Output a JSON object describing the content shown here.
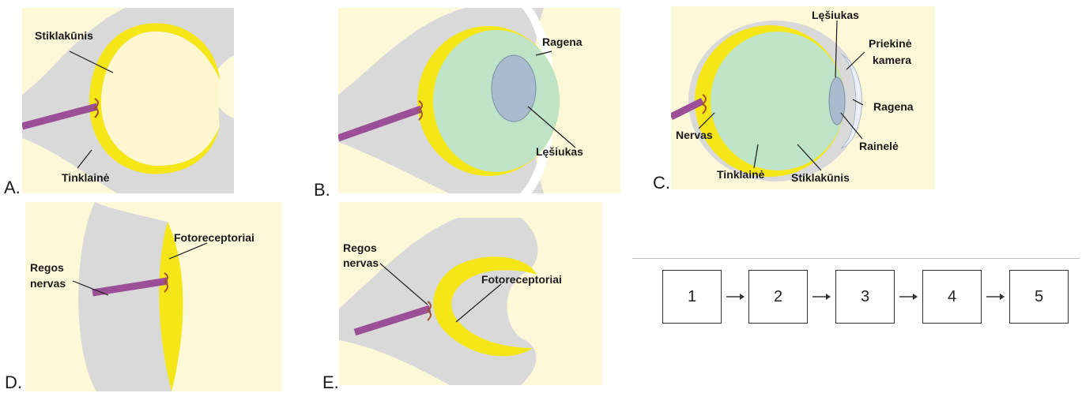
{
  "panels": {
    "a": {
      "letter": "A.",
      "labels": {
        "vitreous": "Stiklakūnis",
        "retina": "Tinklainė"
      }
    },
    "b": {
      "letter": "B.",
      "labels": {
        "cornea": "Ragena",
        "lens": "Lęšiukas"
      }
    },
    "c": {
      "letter": "C.",
      "labels": {
        "lens": "Lęšiukas",
        "anterior_chamber_1": "Priekinė",
        "anterior_chamber_2": "kamera",
        "cornea": "Ragena",
        "nerve": "Nervas",
        "iris": "Rainelė",
        "retina": "Tinklainė",
        "vitreous": "Stiklakūnis"
      }
    },
    "d": {
      "letter": "D.",
      "labels": {
        "photoreceptors": "Fotoreceptoriai",
        "optic_nerve_1": "Regos",
        "optic_nerve_2": "nervas"
      }
    },
    "e": {
      "letter": "E.",
      "labels": {
        "optic_nerve_1": "Regos",
        "optic_nerve_2": "nervas",
        "photoreceptors": "Fotoreceptoriai"
      }
    }
  },
  "sequence": {
    "boxes": [
      "1",
      "2",
      "3",
      "4",
      "5"
    ]
  },
  "colors": {
    "panel_bg": "#fdf8d8",
    "tissue": "#d9d9d9",
    "retina": "#f5e617",
    "nerve": "#9b4f96",
    "vitreous": "#bfe3c7",
    "lens": "#a9bccf"
  }
}
